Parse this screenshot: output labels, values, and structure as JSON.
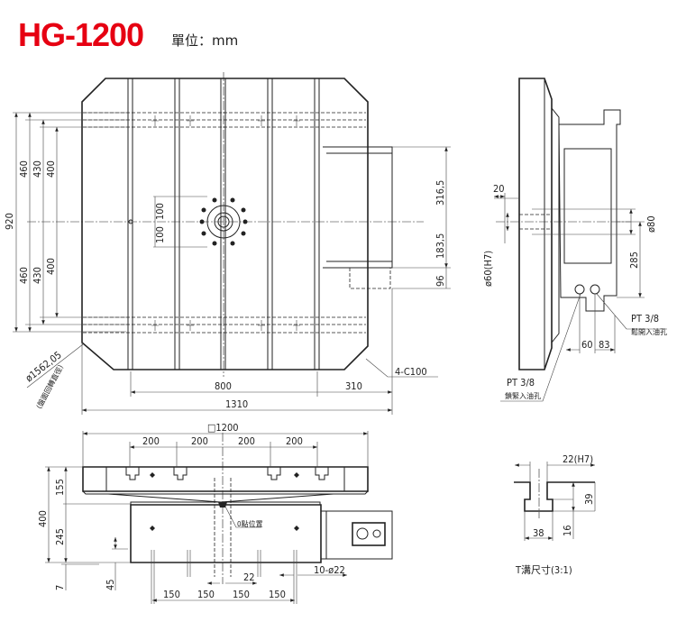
{
  "header": {
    "title": "HG-1200",
    "unit": "單位：mm"
  },
  "top_view": {
    "dim_920": "920",
    "dim_460_top": "460",
    "dim_430_top": "430",
    "dim_400_top": "400",
    "dim_460_bot": "460",
    "dim_430_bot": "430",
    "dim_400_bot": "400",
    "dim_100_top": "100",
    "dim_100_bot": "100",
    "dim_316_5": "316,5",
    "dim_183_5": "183,5",
    "dim_96": "96",
    "dim_800": "800",
    "dim_310": "310",
    "dim_1310": "1310",
    "chamfer": "4-C100",
    "swing_dia": "ø1562,05",
    "swing_note": "(盤面回轉直徑)"
  },
  "side_view": {
    "dim_20": "20",
    "dim_phi80": "ø80",
    "dim_phi60": "ø60(H7)",
    "dim_285": "285",
    "dim_60": "60",
    "dim_83": "83",
    "port_release": "PT 3/8",
    "port_release_note": "鬆開入油孔",
    "port_clamp": "PT 3/8",
    "port_clamp_note": "鎖緊入油孔"
  },
  "front_view": {
    "dim_square": "□1200",
    "dim_200": [
      "200",
      "200",
      "200",
      "200"
    ],
    "dim_155": "155",
    "dim_400": "400",
    "dim_245": "245",
    "dim_7": "7",
    "dim_45": "45",
    "dim_22": "22",
    "dim_150": [
      "150",
      "150",
      "150",
      "150"
    ],
    "holes": "10-ø22",
    "zero_point": "0點位置"
  },
  "tslot": {
    "dim_22h7": "22(H7)",
    "dim_39": "39",
    "dim_38": "38",
    "dim_16": "16",
    "caption": "T溝尺寸(3:1)"
  }
}
